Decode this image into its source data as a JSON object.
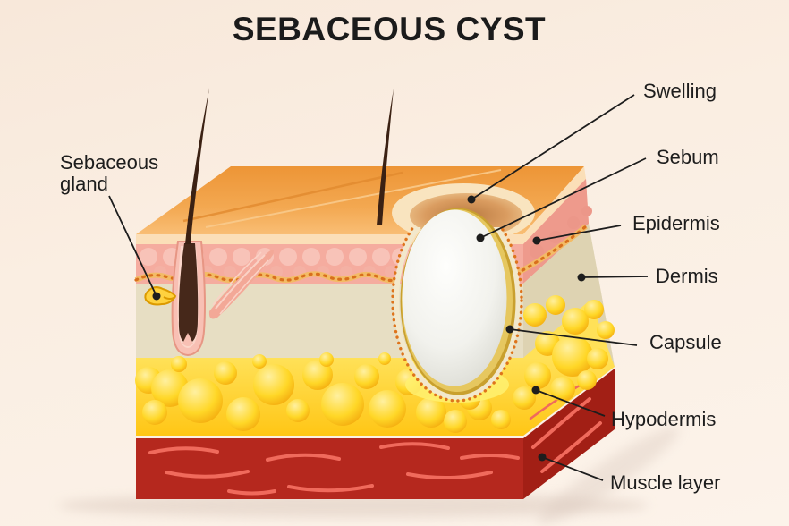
{
  "title": "SEBACEOUS CYST",
  "labels": {
    "swelling": "Swelling",
    "sebum": "Sebum",
    "epidermis": "Epidermis",
    "dermis": "Dermis",
    "capsule": "Capsule",
    "hypodermis": "Hypodermis",
    "muscle_layer": "Muscle layer",
    "sebaceous_gland": "Sebaceous gland"
  },
  "colors": {
    "background": "#FAEEE2",
    "title_text": "#1B1B1B",
    "label_text": "#1D1D1D",
    "leader_line": "#1D1D1D",
    "skin_surface_orange": "#F2A14A",
    "epidermis_pink": "#F5AC9F",
    "dermis_beige": "#E7DEC3",
    "hypodermis_yellow": "#FFD21E",
    "muscle_red": "#B5281E",
    "cyst_white": "#F4F4EF",
    "capsule_gold": "#C9A02F",
    "membrane_orange": "#D96F1C",
    "hair_brown": "#3B2113"
  },
  "figure": {
    "type": "anatomy cross-section",
    "subject": "sebaceous cyst in skin layers"
  }
}
